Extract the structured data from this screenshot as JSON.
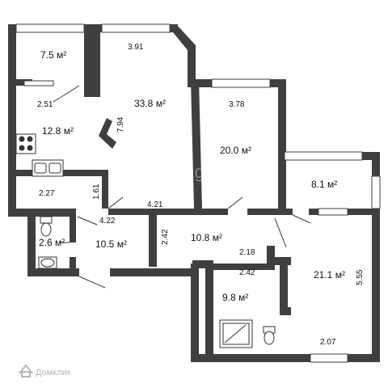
{
  "plan": {
    "colors": {
      "wall": "#3f3f3f",
      "window": "#ffffff",
      "fixture_stroke": "#333333"
    },
    "rooms": [
      {
        "id": "room-7-5",
        "area": "7.5 м²"
      },
      {
        "id": "room-33-8",
        "area": "33.8 м²"
      },
      {
        "id": "room-12-8",
        "area": "12.8 м²"
      },
      {
        "id": "room-20-0",
        "area": "20.0 м²"
      },
      {
        "id": "room-8-1",
        "area": "8.1 м²"
      },
      {
        "id": "room-2-6",
        "area": "2.6 м²"
      },
      {
        "id": "room-10-5",
        "area": "10.5 м²"
      },
      {
        "id": "room-10-8",
        "area": "10.8 м²"
      },
      {
        "id": "room-21-1",
        "area": "21.1 м²"
      },
      {
        "id": "room-9-8",
        "area": "9.8 м²"
      }
    ],
    "dimensions": [
      "3.91",
      "2.51",
      "7.94",
      "3.78",
      "2.27",
      "1.61",
      "4.22",
      "4.21",
      "2.42",
      "2.18",
      "2.42",
      "5.55",
      "2.07"
    ],
    "watermark": "etagi",
    "brand": "Домклик",
    "brand_icon": "domclick-logo-icon"
  }
}
